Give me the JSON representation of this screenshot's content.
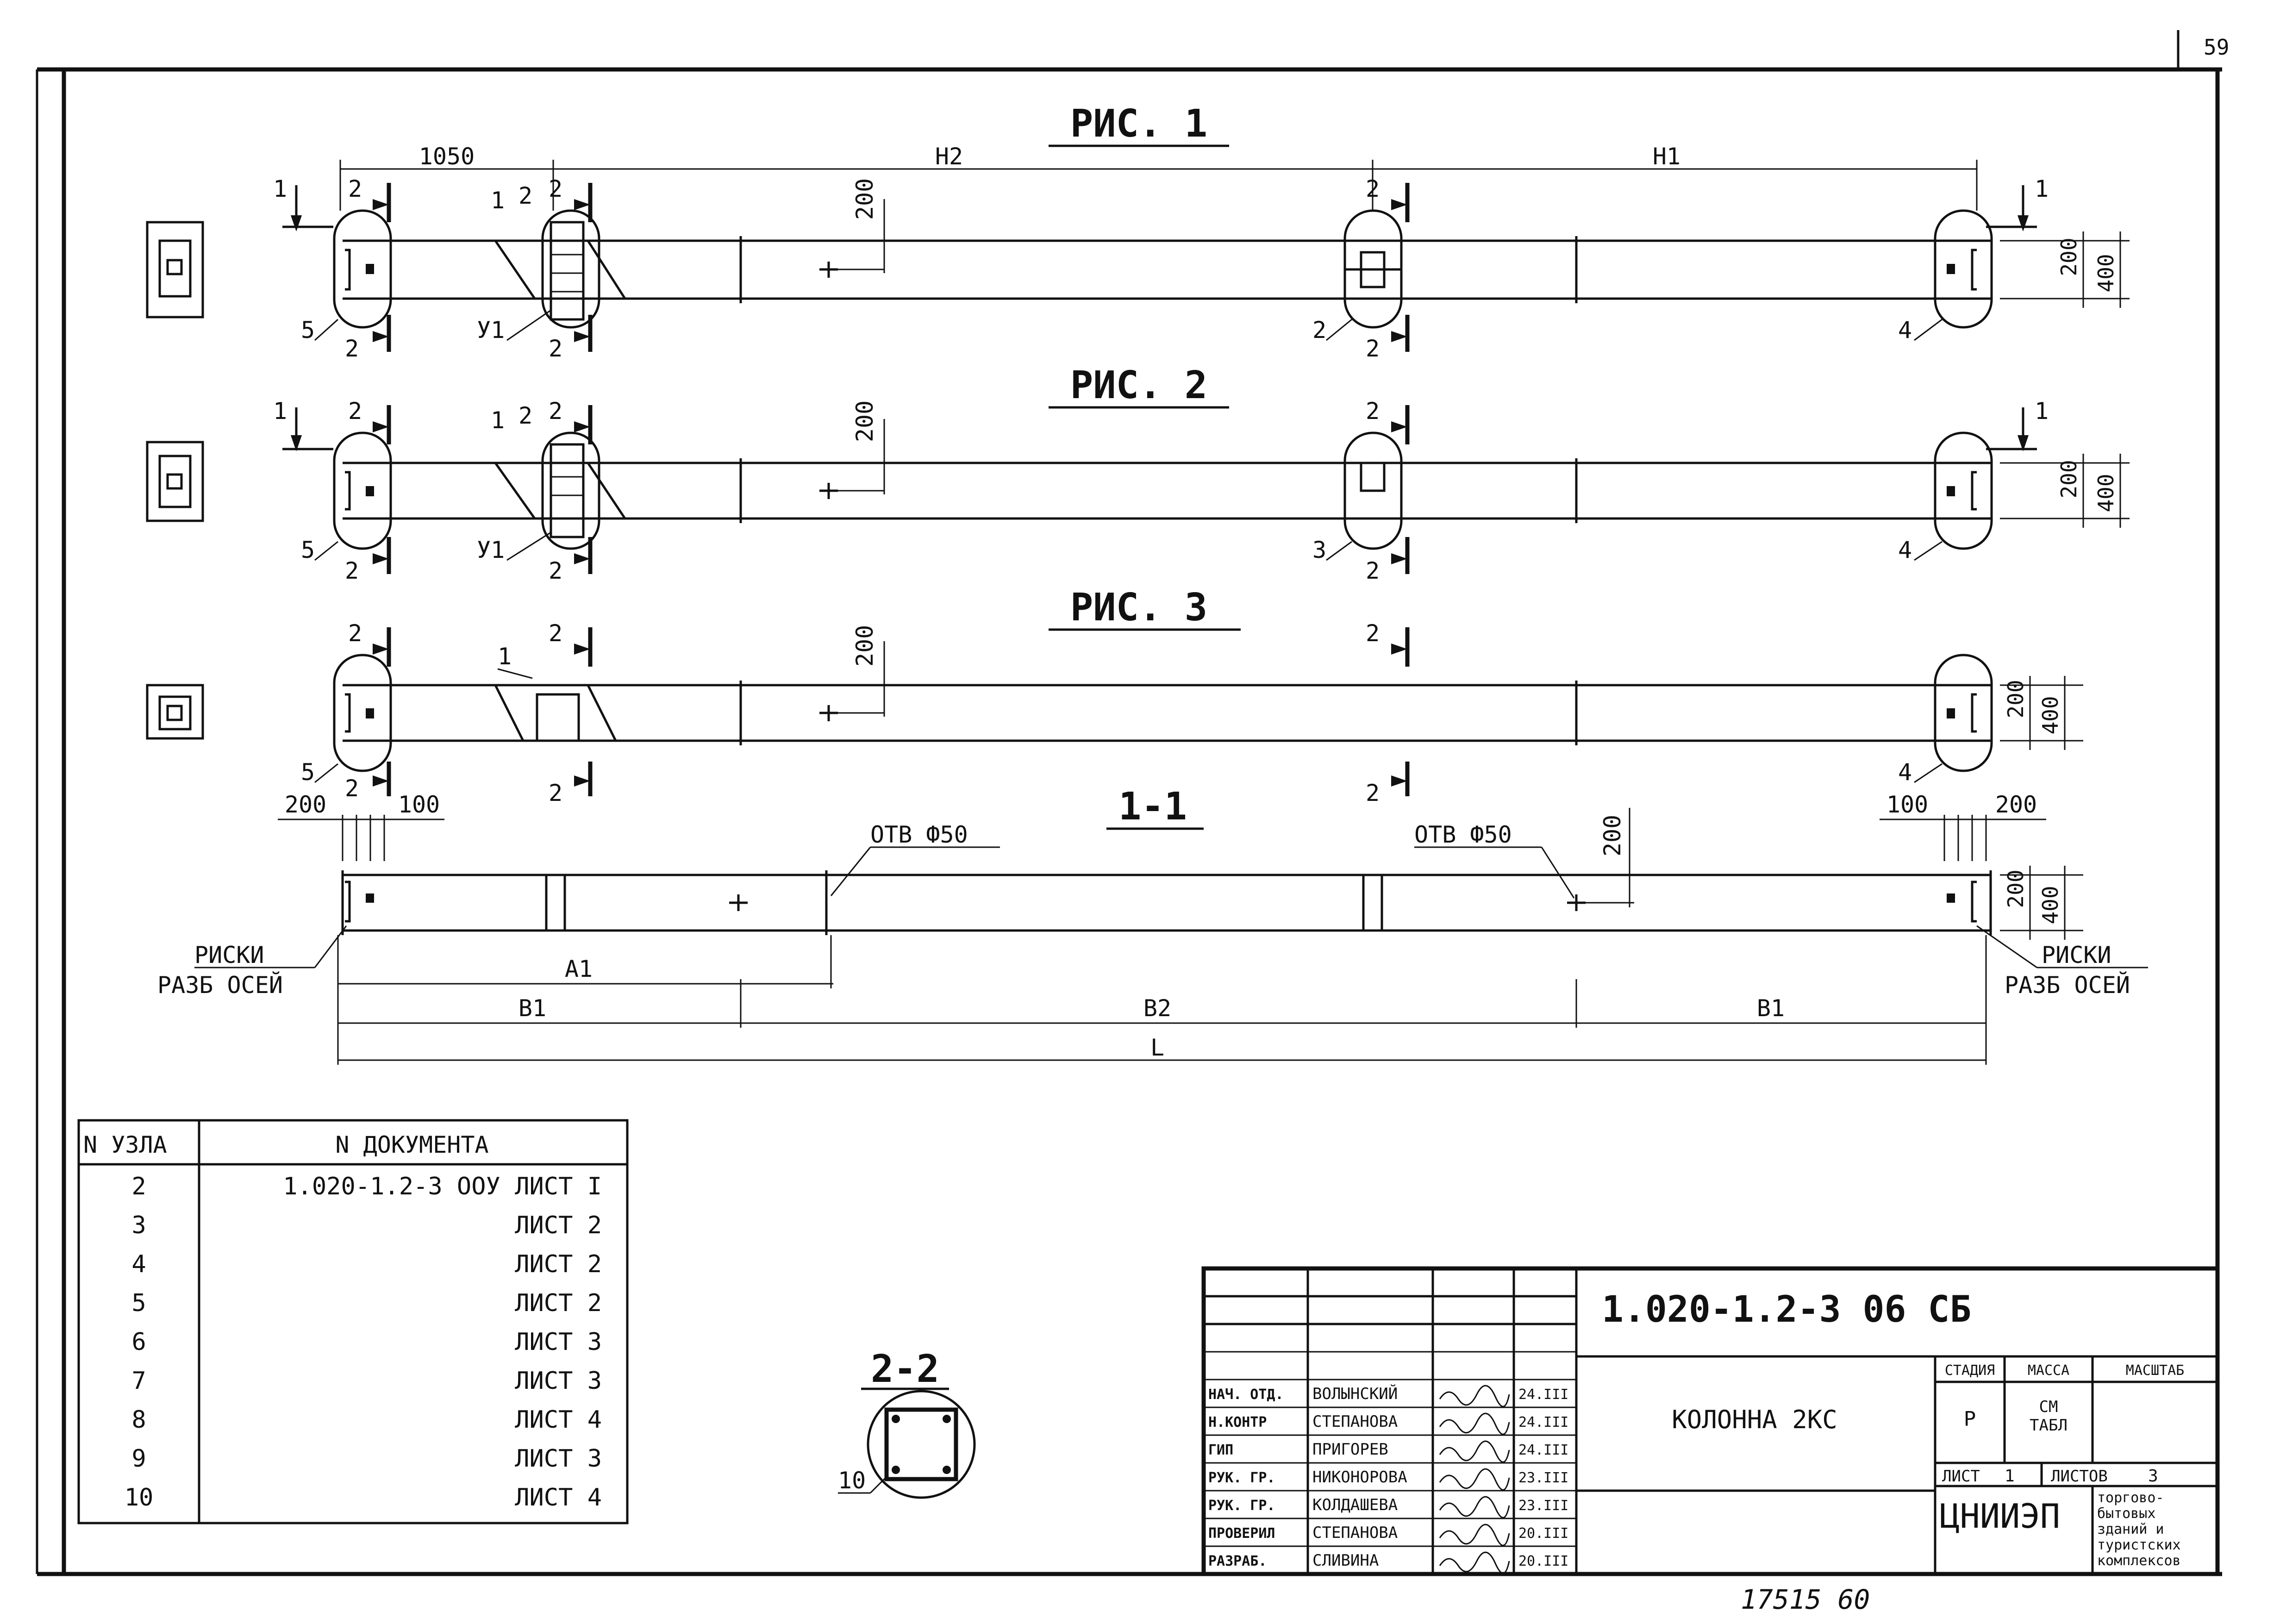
{
  "page_number": "59",
  "sheet_footer": "17515    60",
  "figures": [
    {
      "title": "РИС. 1",
      "dim_left": "1050",
      "dim_mid": "H2",
      "dim_right": "H1",
      "dim_200": "200",
      "dim_end_200": "200",
      "dim_end_400": "400",
      "node_start": "5",
      "node_bracket": "1",
      "node_bracket2": "2",
      "node_u": "У1",
      "node_mid": "2",
      "node_end": "4",
      "sec_cut": "1",
      "sec2": "2"
    },
    {
      "title": "РИС. 2",
      "dim_200": "200",
      "dim_end_200": "200",
      "dim_end_400": "400",
      "node_start": "5",
      "node_bracket": "1",
      "node_bracket2": "2",
      "node_u": "У1",
      "node_mid": "3",
      "node_end": "4",
      "sec_cut": "1",
      "sec2": "2"
    },
    {
      "title": "РИС. 3",
      "dim_200": "200",
      "dim_end_200": "200",
      "dim_end_400": "400",
      "node_start": "5",
      "node_bracket": "1",
      "node_end": "4",
      "sec2": "2"
    }
  ],
  "section_1_1": {
    "title": "1-1",
    "left_200": "200",
    "left_100": "100",
    "right_100": "100",
    "right_200": "200",
    "hole_left": "ОТВ Ф50",
    "hole_right": "ОТВ Ф50",
    "hole_dim": "200",
    "end_200": "200",
    "end_400": "400",
    "marks_left_1": "РИСКИ",
    "marks_left_2": "РАЗБ ОСЕЙ",
    "marks_right_1": "РИСКИ",
    "marks_right_2": "РАЗБ ОСЕЙ",
    "dim_a1": "A1",
    "dim_b1_left": "B1",
    "dim_b2": "B2",
    "dim_b1_right": "B1",
    "dim_l": "L"
  },
  "section_2_2": {
    "title": "2-2",
    "node": "10"
  },
  "nodes_table": {
    "headers": [
      "N УЗЛА",
      "N ДОКУМЕНТА"
    ],
    "rows": [
      {
        "node": "2",
        "doc": "1.020-1.2-3 ООУ ЛИСТ I"
      },
      {
        "node": "3",
        "doc": "ЛИСТ 2"
      },
      {
        "node": "4",
        "doc": "ЛИСТ 2"
      },
      {
        "node": "5",
        "doc": "ЛИСТ 2"
      },
      {
        "node": "6",
        "doc": "ЛИСТ 3"
      },
      {
        "node": "7",
        "doc": "ЛИСТ 3"
      },
      {
        "node": "8",
        "doc": "ЛИСТ 4"
      },
      {
        "node": "9",
        "doc": "ЛИСТ 3"
      },
      {
        "node": "10",
        "doc": "ЛИСТ 4"
      }
    ]
  },
  "title_block": {
    "doc_code": "1.020-1.2-3 06 СБ",
    "item_name": "КОЛОННА 2КС",
    "stage_header": "СТАДИЯ",
    "mass_header": "МАССА",
    "scale_header": "МАСШТАБ",
    "stage": "Р",
    "mass_1": "СМ",
    "mass_2": "ТАБЛ",
    "sheet_label": "ЛИСТ",
    "sheet_no": "1",
    "sheets_label": "ЛИСТОВ",
    "sheets_total": "3",
    "org": "ЦНИИЭП",
    "org_desc": [
      "торгово-",
      "бытовых",
      "зданий и",
      "туристских",
      "комплексов"
    ],
    "signatures": [
      {
        "role": "НАЧ. ОТД.",
        "name": "ВОЛЫНСКИЙ",
        "date": "24.III"
      },
      {
        "role": "Н.КОНТР",
        "name": "СТЕПАНОВА",
        "date": "24.III"
      },
      {
        "role": "ГИП",
        "name": "ПРИГОРЕВ",
        "date": "24.III"
      },
      {
        "role": "РУК. ГР.",
        "name": "НИКОНОРОВА",
        "date": "23.III"
      },
      {
        "role": "РУК. ГР.",
        "name": "КОЛДАШЕВА",
        "date": "23.III"
      },
      {
        "role": "ПРОВЕРИЛ",
        "name": "СТЕПАНОВА",
        "date": "20.III"
      },
      {
        "role": "РАЗРАБ.",
        "name": "СЛИВИНА",
        "date": "20.III"
      }
    ]
  }
}
